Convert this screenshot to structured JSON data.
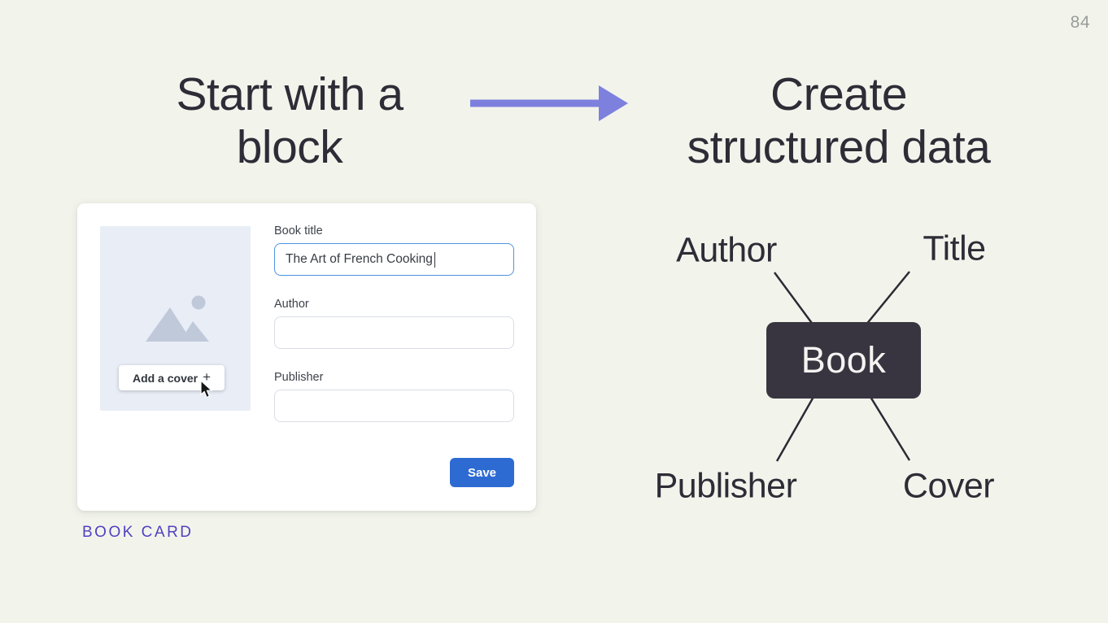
{
  "page_number": "84",
  "left_panel": {
    "heading_line1": "Start with a",
    "heading_line2": "block",
    "caption": "BOOK CARD"
  },
  "right_panel": {
    "heading_line1": "Create",
    "heading_line2": "structured data"
  },
  "card": {
    "cover": {
      "icon": "image-placeholder-icon",
      "button_label": "Add a cover",
      "button_plus": "+"
    },
    "fields": [
      {
        "label": "Book title",
        "value": "The Art of French Cooking",
        "placeholder": "",
        "focused": true
      },
      {
        "label": "Author",
        "value": "",
        "placeholder": "",
        "focused": false
      },
      {
        "label": "Publisher",
        "value": "",
        "placeholder": "",
        "focused": false
      }
    ],
    "save_label": "Save"
  },
  "diagram": {
    "node_label": "Book",
    "labels": {
      "top_left": "Author",
      "top_right": "Title",
      "bottom_left": "Publisher",
      "bottom_right": "Cover"
    }
  },
  "colors": {
    "background": "#f2f4ec",
    "heading_text": "#2e2c36",
    "arrow_purple": "#7d80dd",
    "save_blue": "#2d6bd3",
    "caption_purple": "#5140bf",
    "node_dark": "#393540",
    "focus_border_blue": "#4f94e2",
    "cover_placeholder": "#e9edf6",
    "cover_icon_gray": "#c0c9da",
    "page_number_gray": "#9a9c9a"
  }
}
